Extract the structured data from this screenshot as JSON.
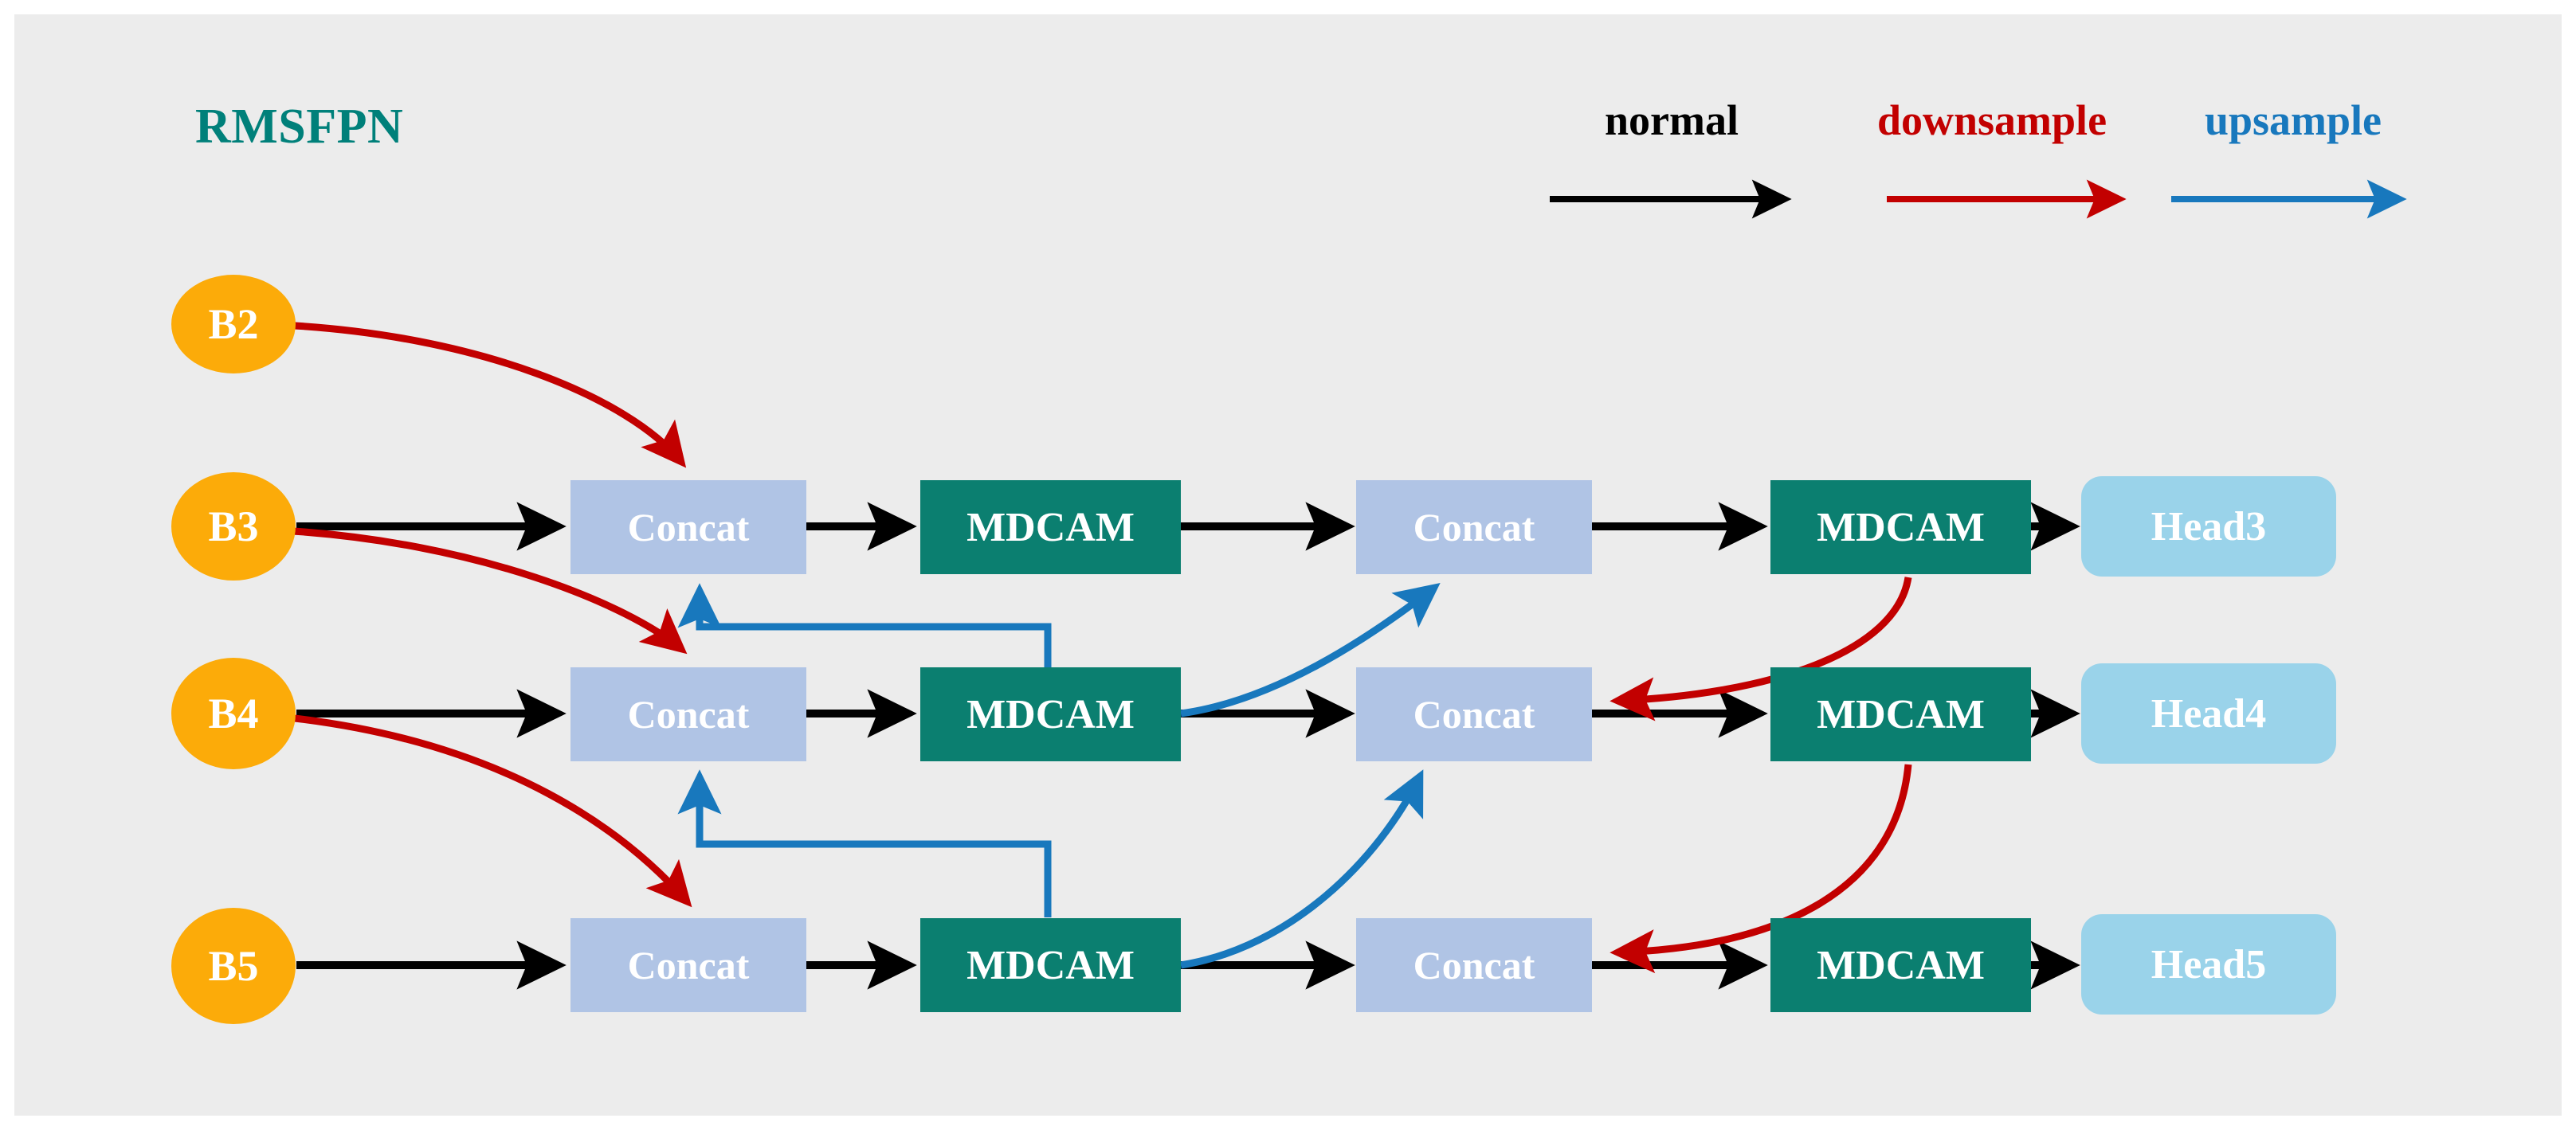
{
  "diagram": {
    "title": "RMSFPN",
    "background": "#ececec",
    "legend": {
      "items": [
        {
          "label": "normal",
          "color": "#000000",
          "arrow": "arrow-normal"
        },
        {
          "label": "downsample",
          "color": "#c20000",
          "arrow": "arrow-downsample"
        },
        {
          "label": "upsample",
          "color": "#1878bd",
          "arrow": "arrow-upsample"
        }
      ]
    },
    "colors": {
      "backbone": "#fcab09",
      "concat": "#b0c4e5",
      "mdcam": "#0b7f70",
      "head": "#9ad3ea",
      "title": "#00807a",
      "normal": "#000000",
      "downsample": "#c20000",
      "upsample": "#1878bd"
    },
    "backbone_nodes": [
      {
        "id": "b2",
        "label": "B2"
      },
      {
        "id": "b3",
        "label": "B3"
      },
      {
        "id": "b4",
        "label": "B4"
      },
      {
        "id": "b5",
        "label": "B5"
      }
    ],
    "rows": [
      {
        "id": "row3",
        "source": "B3",
        "stages": [
          {
            "id": "concat-r3-c1",
            "label": "Concat",
            "type": "concat"
          },
          {
            "id": "mdcam-r3-c1",
            "label": "MDCAM",
            "type": "mdcam"
          },
          {
            "id": "concat-r3-c2",
            "label": "Concat",
            "type": "concat"
          },
          {
            "id": "mdcam-r3-c2",
            "label": "MDCAM",
            "type": "mdcam"
          }
        ],
        "head": {
          "id": "head3",
          "label": "Head3"
        }
      },
      {
        "id": "row4",
        "source": "B4",
        "stages": [
          {
            "id": "concat-r4-c1",
            "label": "Concat",
            "type": "concat"
          },
          {
            "id": "mdcam-r4-c1",
            "label": "MDCAM",
            "type": "mdcam"
          },
          {
            "id": "concat-r4-c2",
            "label": "Concat",
            "type": "concat"
          },
          {
            "id": "mdcam-r4-c2",
            "label": "MDCAM",
            "type": "mdcam"
          }
        ],
        "head": {
          "id": "head4",
          "label": "Head4"
        }
      },
      {
        "id": "row5",
        "source": "B5",
        "stages": [
          {
            "id": "concat-r5-c1",
            "label": "Concat",
            "type": "concat"
          },
          {
            "id": "mdcam-r5-c1",
            "label": "MDCAM",
            "type": "mdcam"
          },
          {
            "id": "concat-r5-c2",
            "label": "Concat",
            "type": "concat"
          },
          {
            "id": "mdcam-r5-c2",
            "label": "MDCAM",
            "type": "mdcam"
          }
        ],
        "head": {
          "id": "head5",
          "label": "Head5"
        }
      }
    ]
  }
}
